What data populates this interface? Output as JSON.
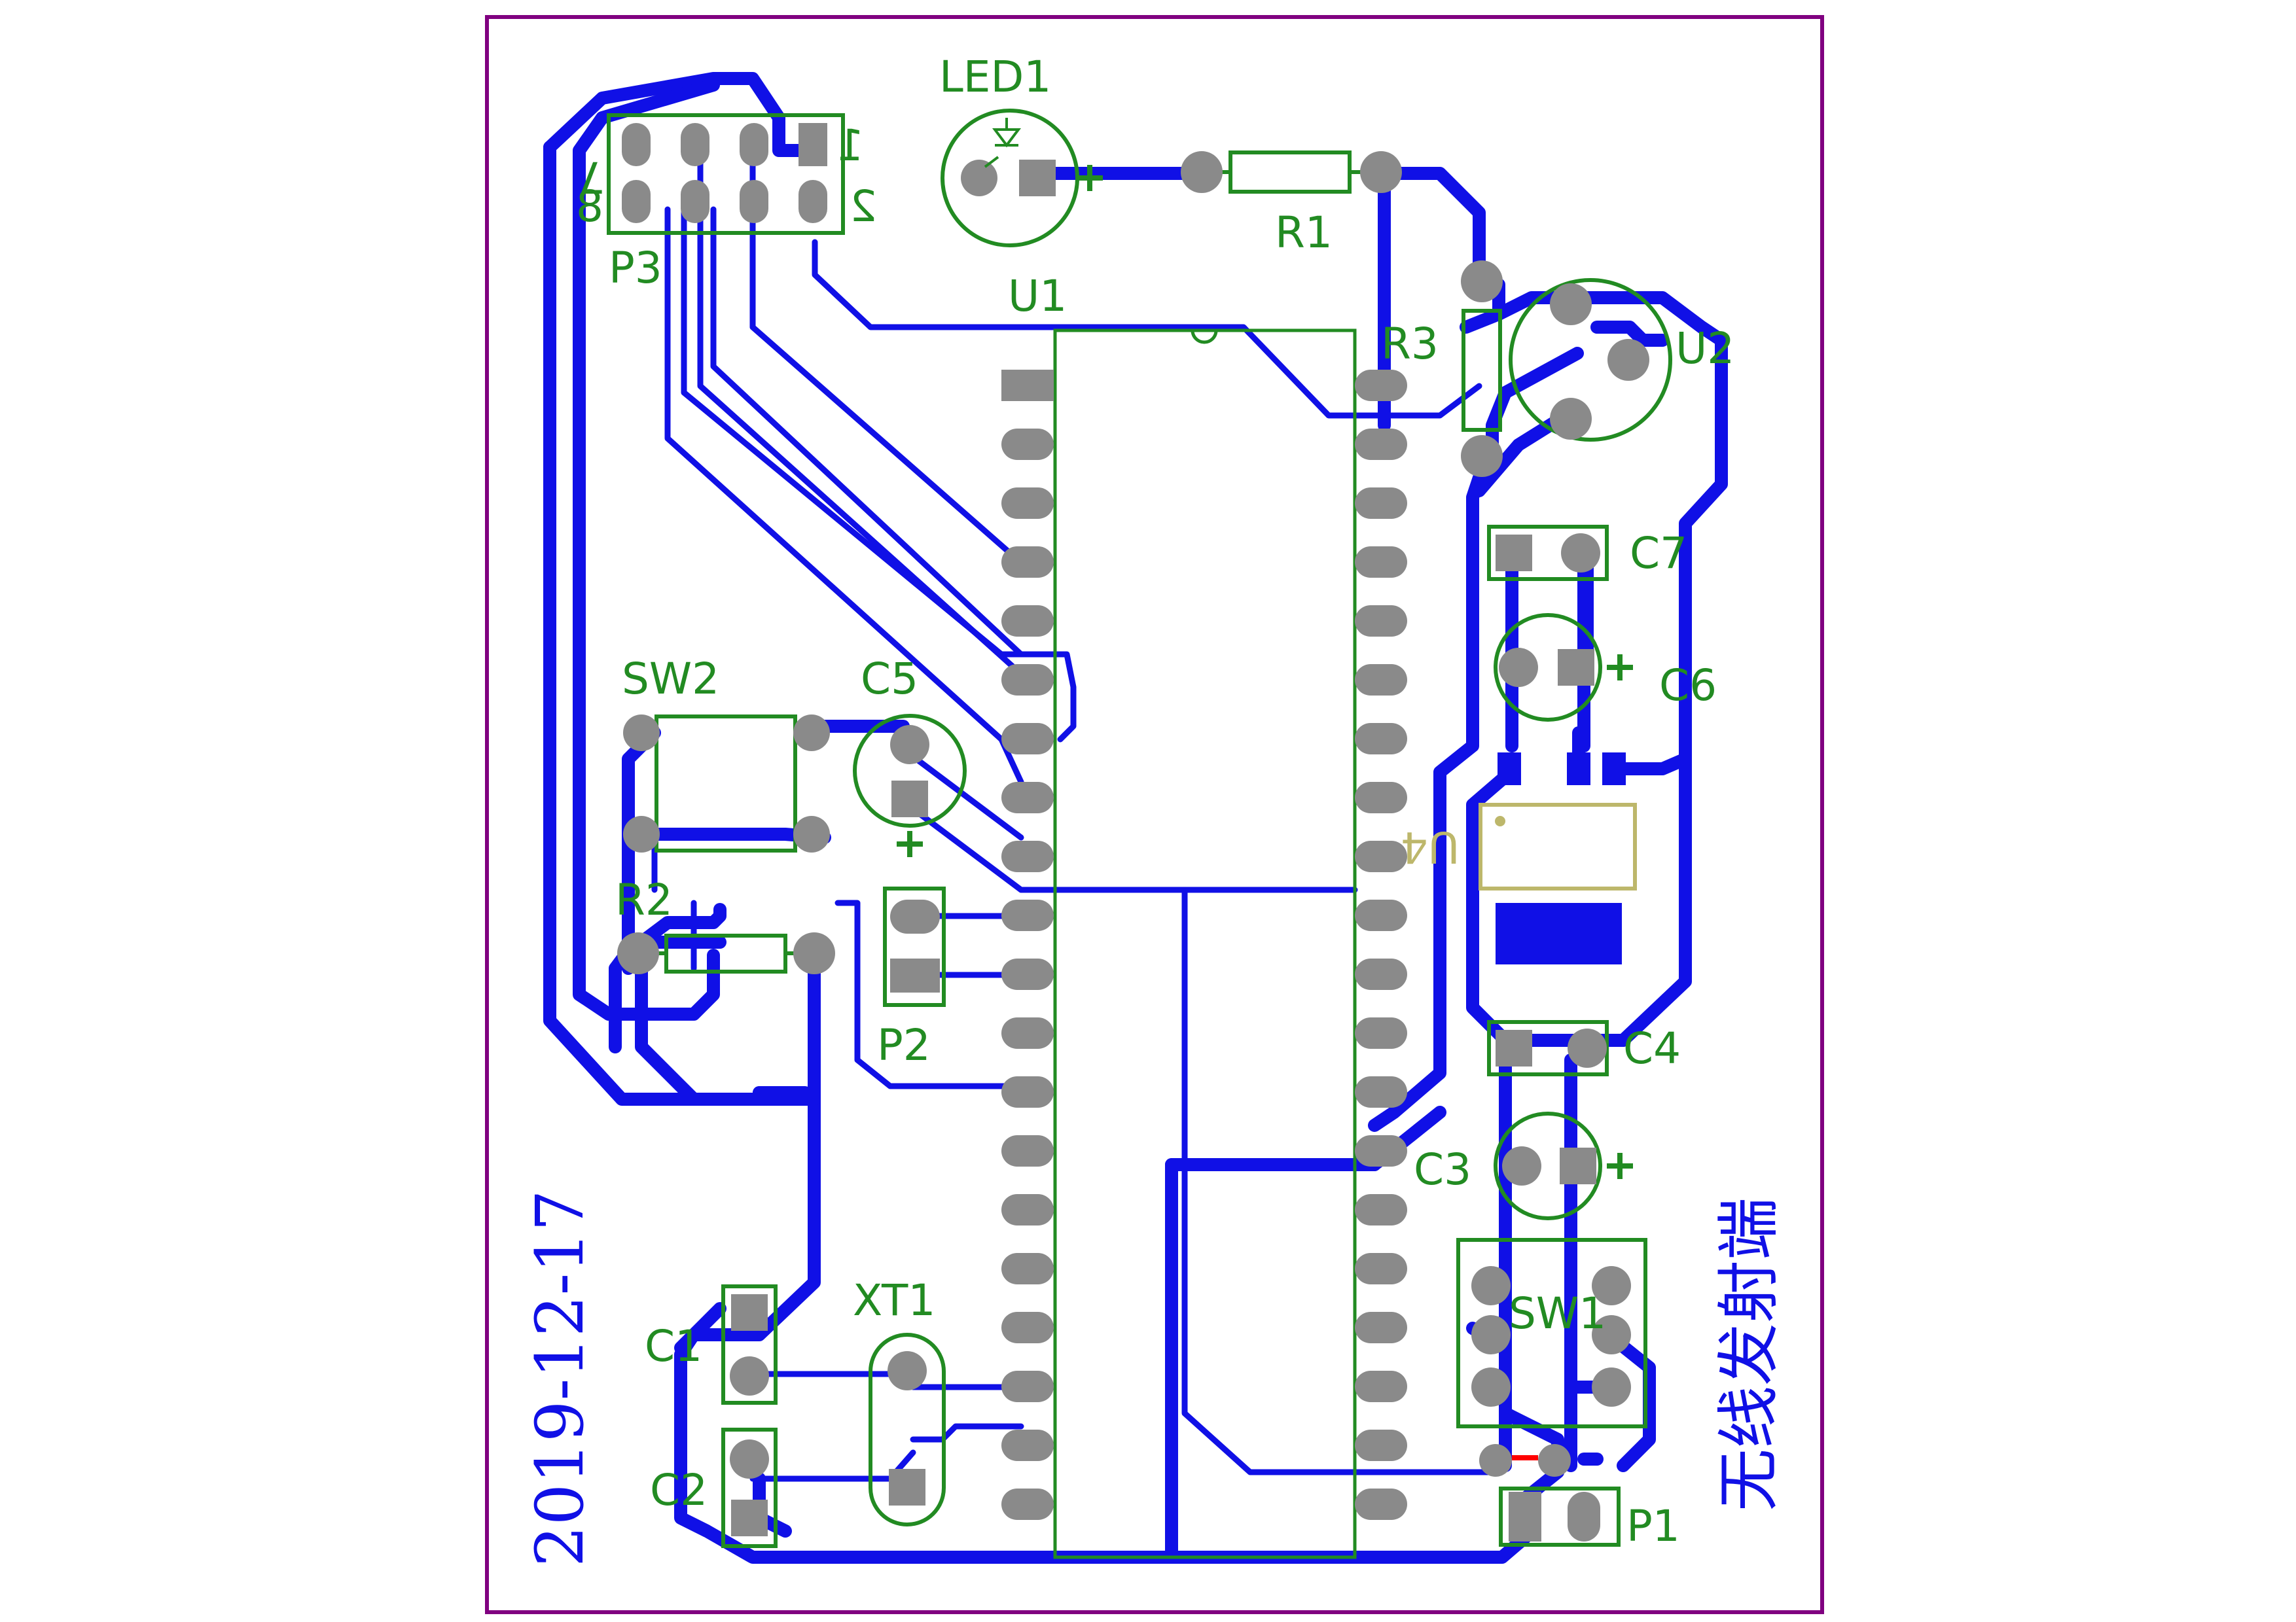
{
  "colors": {
    "copper": "#1010e6",
    "silk": "#228b22",
    "pad": "#8a8a8a",
    "outline": "#800080",
    "fab": "#bdb76b",
    "marker": "#ff0000"
  },
  "labels": {
    "led1": "LED1",
    "r1": "R1",
    "p3": "P3",
    "u1": "U1",
    "r3": "R3",
    "u2": "U2",
    "c7": "C7",
    "c6": "C6",
    "sw2": "SW2",
    "c5": "C5",
    "r2": "R2",
    "p2": "P2",
    "c4": "C4",
    "c3": "C3",
    "sw1": "SW1",
    "xt1": "XT1",
    "c1": "C1",
    "c2": "C2",
    "p1": "P1",
    "u4": "U4"
  },
  "plus_sign": "+",
  "pin_labels": {
    "p3_pin1": "1",
    "p3_pin2": "2",
    "p3_pin7": "7",
    "p3_pin8": "8"
  },
  "date": "2019-12-17",
  "title": "无线发射端"
}
